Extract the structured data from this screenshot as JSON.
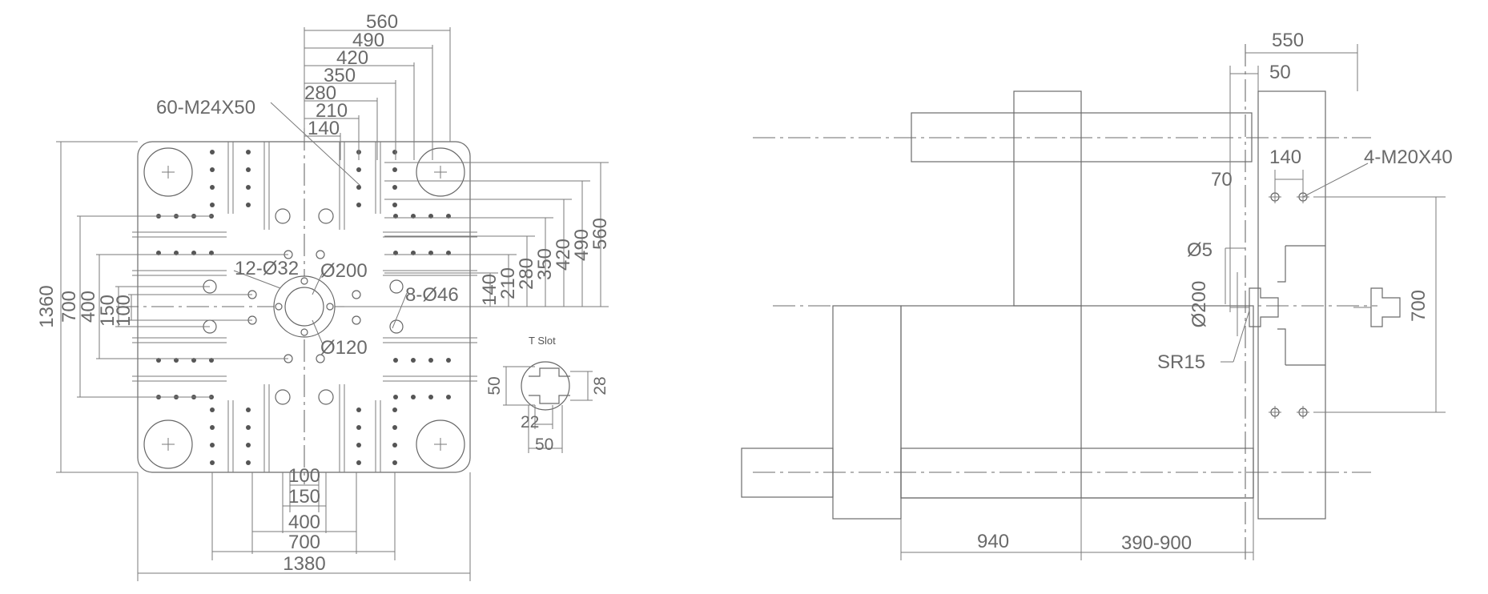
{
  "platen": {
    "hole_spec": "60-M24X50",
    "center_hole_a": "12-Ø32",
    "center_ring": "Ø200",
    "center_bore": "Ø120",
    "side_holes": "8-Ø46",
    "top_dims": [
      "560",
      "490",
      "420",
      "350",
      "280",
      "210",
      "140"
    ],
    "right_dims": [
      "560",
      "490",
      "420",
      "350",
      "280",
      "210",
      "140"
    ],
    "left_dims": [
      "1360",
      "700",
      "400",
      "150",
      "100"
    ],
    "bottom_dims": [
      "100",
      "150",
      "400",
      "700",
      "1380"
    ]
  },
  "tslot": {
    "title": "T Slot",
    "dims": [
      "50",
      "28",
      "22",
      "50"
    ]
  },
  "side": {
    "top_dims": [
      "550",
      "50"
    ],
    "hole_spec": "4-M20X40",
    "upper_dims": [
      "140",
      "70"
    ],
    "nozzle_hole": "Ø5",
    "locating_ring": "Ø200",
    "nozzle_radius": "SR15",
    "vertical_dim": "700",
    "bottom_dims": [
      "940",
      "390-900"
    ]
  }
}
